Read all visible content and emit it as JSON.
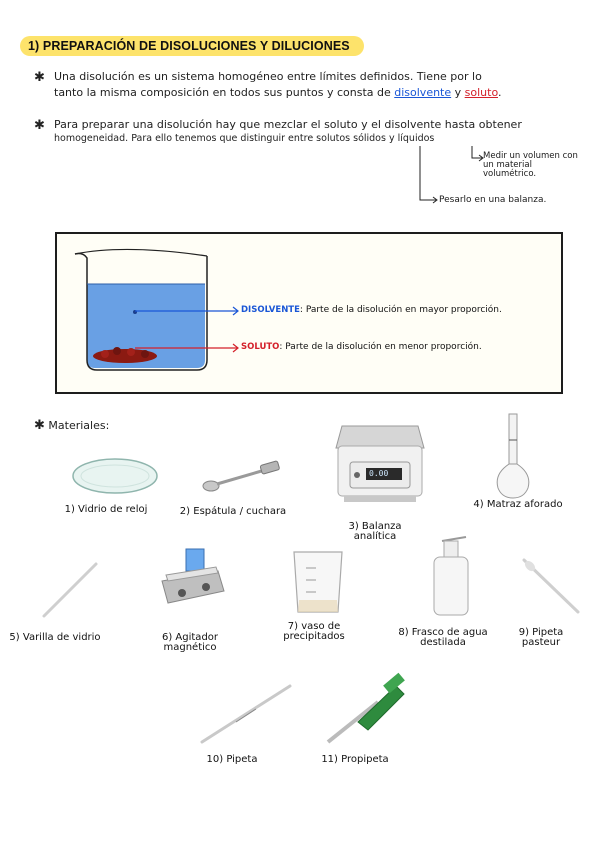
{
  "title": "1) PREPARACIÓN DE DISOLUCIONES Y DILUCIONES",
  "para1": {
    "line1": "Una disolución es un sistema homogéneo entre límites definidos. Tiene por lo",
    "line2_pre": "tanto la misma composición en todos sus puntos y consta de",
    "disolvente": "disolvente",
    "y": "y",
    "soluto": "soluto",
    "end": "."
  },
  "para2": {
    "line1": "Para preparar una disolución hay que mezclar el soluto y el disolvente hasta obtener",
    "line2": "homogeneidad. Para ello tenemos que distinguir entre solutos  sólidos y líquidos",
    "liquidos_note": "Medir un volumen con un material volumétrico.",
    "solidos_note": "Pesarlo en una balanza."
  },
  "diagram": {
    "disolvente_term": "DISOLVENTE",
    "disolvente_def": ": Parte de la disolución en mayor proporción.",
    "soluto_term": "SOLUTO",
    "soluto_def": ": Parte de la disolución en menor proporción."
  },
  "materiales_heading": "Materiales:",
  "materials": [
    {
      "num": "1)",
      "name": "Vidrio de reloj"
    },
    {
      "num": "2)",
      "name": "Espátula / cuchara"
    },
    {
      "num": "3)",
      "name": "Balanza analítica"
    },
    {
      "num": "4)",
      "name": "Matraz aforado"
    },
    {
      "num": "5)",
      "name": "Varilla de vidrio"
    },
    {
      "num": "6)",
      "name": "Agitador magnético"
    },
    {
      "num": "7)",
      "name": "vaso de precipitados"
    },
    {
      "num": "8)",
      "name": "Frasco de agua destilada"
    },
    {
      "num": "9)",
      "name": "Pipeta pasteur"
    },
    {
      "num": "10)",
      "name": "Pipeta"
    },
    {
      "num": "11)",
      "name": "Propipeta"
    }
  ],
  "balance_display": "0.00",
  "colors": {
    "highlight": "#fde36b",
    "disolvente": "#1a56d6",
    "soluto": "#d4202a",
    "water": "#4f8fe0"
  }
}
